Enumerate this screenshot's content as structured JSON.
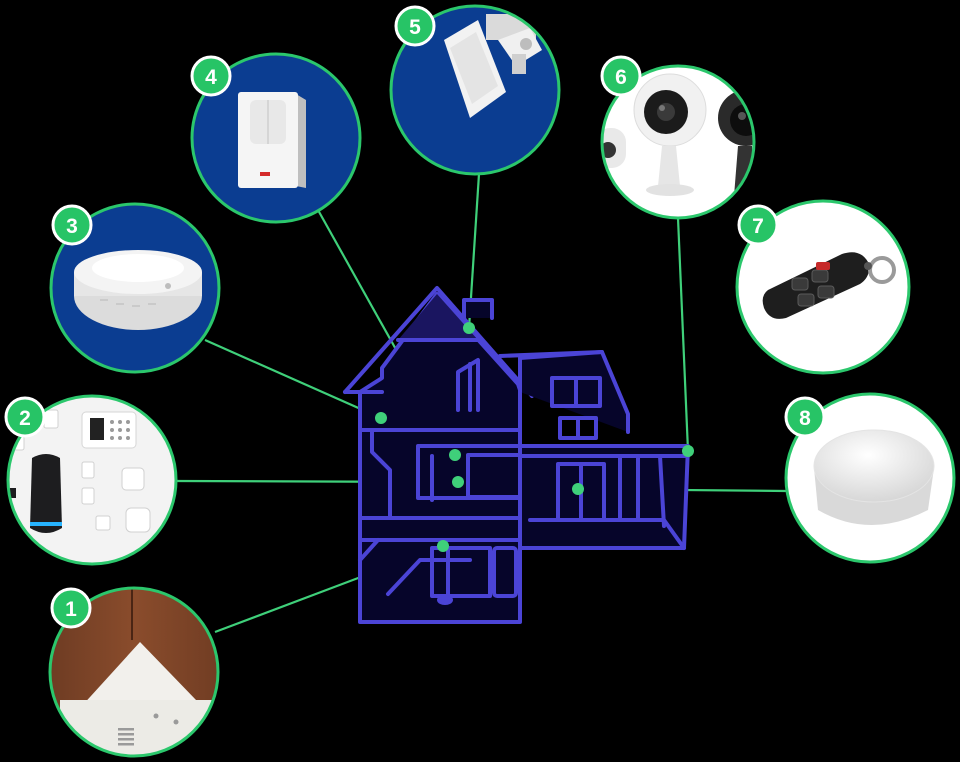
{
  "colors": {
    "background": "#000000",
    "house_outline": "#4b44d6",
    "house_fill": "#06052a",
    "connector": "#3fd07a",
    "badge": "#27c466",
    "ring": "#2bc76c",
    "blue_photo_bg": "#0b3d91",
    "white_photo_bg": "#ffffff"
  },
  "devices": [
    {
      "number": "1",
      "icon": "wall-sensor-on-wood-icon"
    },
    {
      "number": "2",
      "icon": "security-system-kit-icon"
    },
    {
      "number": "3",
      "icon": "smoke-detector-icon"
    },
    {
      "number": "4",
      "icon": "motion-sensor-icon"
    },
    {
      "number": "5",
      "icon": "camera-mount-sensor-icon"
    },
    {
      "number": "6",
      "icon": "indoor-cameras-icon"
    },
    {
      "number": "7",
      "icon": "key-fob-remote-icon"
    },
    {
      "number": "8",
      "icon": "water-leak-sensor-icon"
    }
  ]
}
